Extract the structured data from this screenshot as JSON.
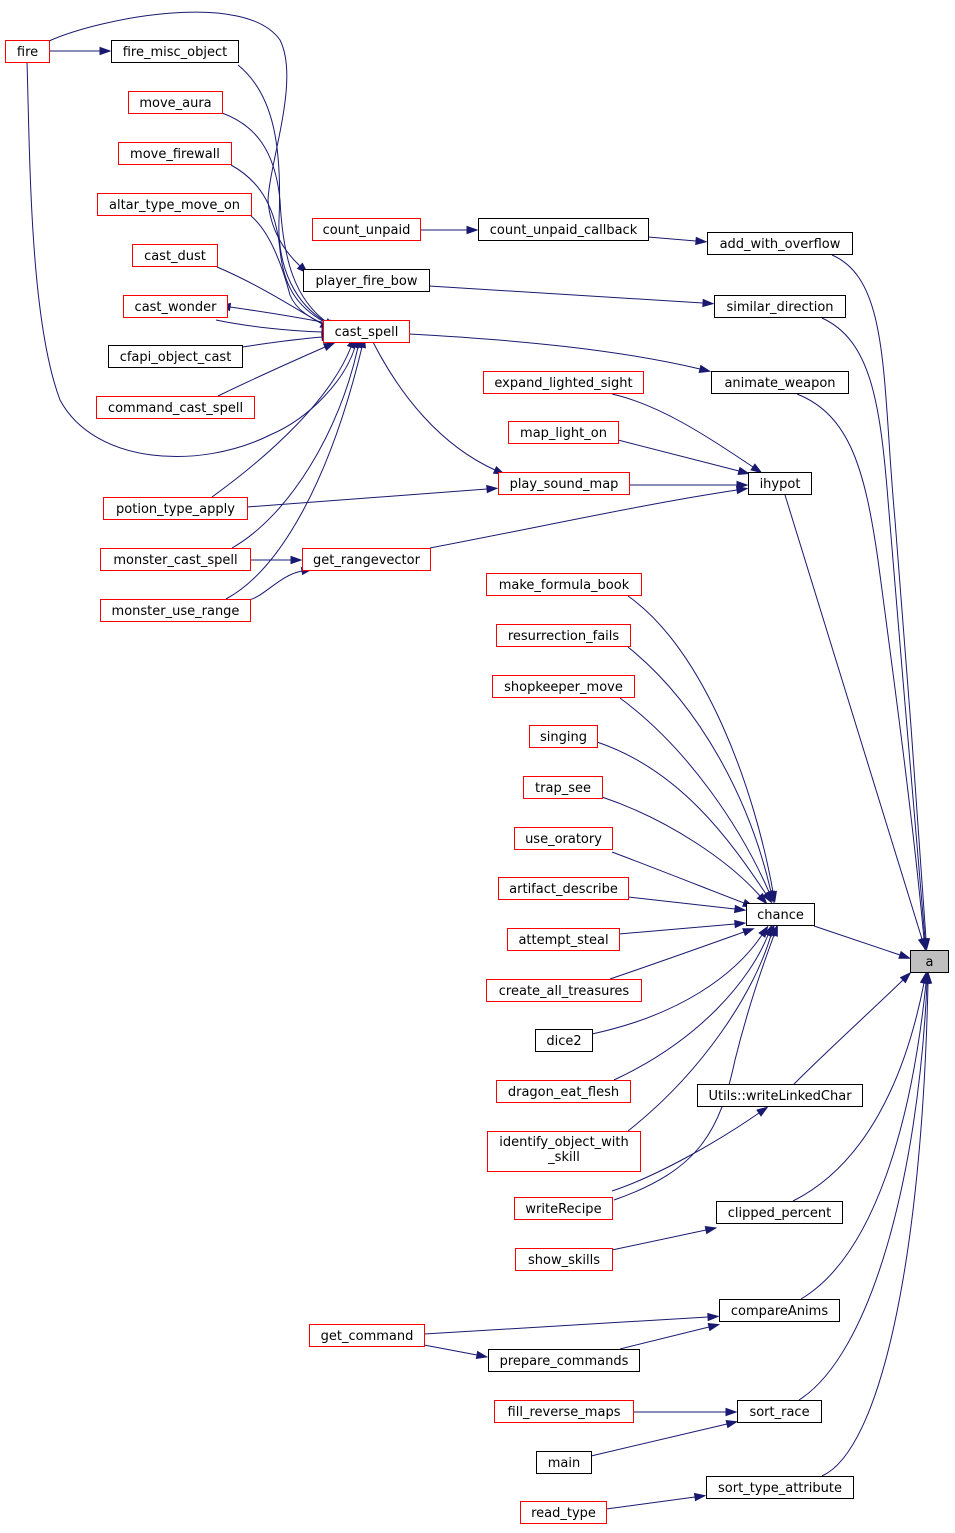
{
  "colors": {
    "edge": "#191970",
    "node_border_default": "#000000",
    "node_border_highlight": "#ff0000",
    "root_fill": "#bfbfbf",
    "node_fill": "#ffffff"
  },
  "nodes": {
    "fire": {
      "label": "fire",
      "style": "red"
    },
    "fire_misc_object": {
      "label": "fire_misc_object",
      "style": "black"
    },
    "move_aura": {
      "label": "move_aura",
      "style": "red"
    },
    "move_firewall": {
      "label": "move_firewall",
      "style": "red"
    },
    "altar_type_move_on": {
      "label": "altar_type_move_on",
      "style": "red"
    },
    "cast_dust": {
      "label": "cast_dust",
      "style": "red"
    },
    "cast_wonder": {
      "label": "cast_wonder",
      "style": "red"
    },
    "cfapi_object_cast": {
      "label": "cfapi_object_cast",
      "style": "black"
    },
    "command_cast_spell": {
      "label": "command_cast_spell",
      "style": "red"
    },
    "potion_type_apply": {
      "label": "potion_type_apply",
      "style": "red"
    },
    "monster_cast_spell": {
      "label": "monster_cast_spell",
      "style": "red"
    },
    "monster_use_range": {
      "label": "monster_use_range",
      "style": "red"
    },
    "count_unpaid": {
      "label": "count_unpaid",
      "style": "red"
    },
    "count_unpaid_callback": {
      "label": "count_unpaid_callback",
      "style": "black"
    },
    "player_fire_bow": {
      "label": "player_fire_bow",
      "style": "black"
    },
    "cast_spell": {
      "label": "cast_spell",
      "style": "red"
    },
    "expand_lighted_sight": {
      "label": "expand_lighted_sight",
      "style": "red"
    },
    "map_light_on": {
      "label": "map_light_on",
      "style": "red"
    },
    "play_sound_map": {
      "label": "play_sound_map",
      "style": "red"
    },
    "get_rangevector": {
      "label": "get_rangevector",
      "style": "red"
    },
    "make_formula_book": {
      "label": "make_formula_book",
      "style": "red"
    },
    "resurrection_fails": {
      "label": "resurrection_fails",
      "style": "red"
    },
    "shopkeeper_move": {
      "label": "shopkeeper_move",
      "style": "red"
    },
    "singing": {
      "label": "singing",
      "style": "red"
    },
    "trap_see": {
      "label": "trap_see",
      "style": "red"
    },
    "use_oratory": {
      "label": "use_oratory",
      "style": "red"
    },
    "artifact_describe": {
      "label": "artifact_describe",
      "style": "red"
    },
    "attempt_steal": {
      "label": "attempt_steal",
      "style": "red"
    },
    "create_all_treasures": {
      "label": "create_all_treasures",
      "style": "red"
    },
    "dice2": {
      "label": "dice2",
      "style": "black"
    },
    "dragon_eat_flesh": {
      "label": "dragon_eat_flesh",
      "style": "red"
    },
    "identify_object_with_skill": {
      "label": "identify_object_with",
      "label2": "_skill",
      "style": "red"
    },
    "writeRecipe": {
      "label": "writeRecipe",
      "style": "red"
    },
    "show_skills": {
      "label": "show_skills",
      "style": "red"
    },
    "get_command": {
      "label": "get_command",
      "style": "red"
    },
    "prepare_commands": {
      "label": "prepare_commands",
      "style": "black"
    },
    "fill_reverse_maps": {
      "label": "fill_reverse_maps",
      "style": "red"
    },
    "main": {
      "label": "main",
      "style": "black"
    },
    "read_type": {
      "label": "read_type",
      "style": "red"
    },
    "add_with_overflow": {
      "label": "add_with_overflow",
      "style": "black"
    },
    "similar_direction": {
      "label": "similar_direction",
      "style": "black"
    },
    "animate_weapon": {
      "label": "animate_weapon",
      "style": "black"
    },
    "ihypot": {
      "label": "ihypot",
      "style": "black"
    },
    "chance": {
      "label": "chance",
      "style": "black"
    },
    "writeLinkedChar": {
      "label": "Utils::writeLinkedChar",
      "style": "black"
    },
    "clipped_percent": {
      "label": "clipped_percent",
      "style": "black"
    },
    "compareAnims": {
      "label": "compareAnims",
      "style": "black"
    },
    "sort_race": {
      "label": "sort_race",
      "style": "black"
    },
    "sort_type_attribute": {
      "label": "sort_type_attribute",
      "style": "black"
    },
    "a": {
      "label": "a",
      "style": "root"
    }
  },
  "edges": [
    [
      "fire",
      "fire_misc_object"
    ],
    [
      "fire_misc_object",
      "cast_spell"
    ],
    [
      "fire",
      "player_fire_bow"
    ],
    [
      "fire",
      "cast_spell"
    ],
    [
      "move_aura",
      "cast_spell"
    ],
    [
      "move_firewall",
      "cast_spell"
    ],
    [
      "altar_type_move_on",
      "cast_spell"
    ],
    [
      "cast_dust",
      "cast_spell"
    ],
    [
      "cast_wonder",
      "cast_spell"
    ],
    [
      "cast_spell",
      "cast_wonder"
    ],
    [
      "cfapi_object_cast",
      "cast_spell"
    ],
    [
      "command_cast_spell",
      "cast_spell"
    ],
    [
      "potion_type_apply",
      "cast_spell"
    ],
    [
      "monster_cast_spell",
      "cast_spell"
    ],
    [
      "monster_use_range",
      "cast_spell"
    ],
    [
      "potion_type_apply",
      "play_sound_map"
    ],
    [
      "monster_cast_spell",
      "get_rangevector"
    ],
    [
      "monster_use_range",
      "get_rangevector"
    ],
    [
      "count_unpaid",
      "count_unpaid_callback"
    ],
    [
      "count_unpaid_callback",
      "add_with_overflow"
    ],
    [
      "player_fire_bow",
      "similar_direction"
    ],
    [
      "cast_spell",
      "animate_weapon"
    ],
    [
      "cast_spell",
      "play_sound_map"
    ],
    [
      "expand_lighted_sight",
      "ihypot"
    ],
    [
      "map_light_on",
      "ihypot"
    ],
    [
      "play_sound_map",
      "ihypot"
    ],
    [
      "get_rangevector",
      "ihypot"
    ],
    [
      "make_formula_book",
      "chance"
    ],
    [
      "resurrection_fails",
      "chance"
    ],
    [
      "shopkeeper_move",
      "chance"
    ],
    [
      "singing",
      "chance"
    ],
    [
      "trap_see",
      "chance"
    ],
    [
      "use_oratory",
      "chance"
    ],
    [
      "artifact_describe",
      "chance"
    ],
    [
      "attempt_steal",
      "chance"
    ],
    [
      "create_all_treasures",
      "chance"
    ],
    [
      "dice2",
      "chance"
    ],
    [
      "dragon_eat_flesh",
      "chance"
    ],
    [
      "identify_object_with_skill",
      "chance"
    ],
    [
      "writeRecipe",
      "chance"
    ],
    [
      "writeRecipe",
      "writeLinkedChar"
    ],
    [
      "show_skills",
      "clipped_percent"
    ],
    [
      "get_command",
      "compareAnims"
    ],
    [
      "get_command",
      "prepare_commands"
    ],
    [
      "prepare_commands",
      "compareAnims"
    ],
    [
      "fill_reverse_maps",
      "sort_race"
    ],
    [
      "main",
      "sort_race"
    ],
    [
      "read_type",
      "sort_type_attribute"
    ],
    [
      "add_with_overflow",
      "a"
    ],
    [
      "similar_direction",
      "a"
    ],
    [
      "animate_weapon",
      "a"
    ],
    [
      "ihypot",
      "a"
    ],
    [
      "chance",
      "a"
    ],
    [
      "writeLinkedChar",
      "a"
    ],
    [
      "clipped_percent",
      "a"
    ],
    [
      "compareAnims",
      "a"
    ],
    [
      "sort_race",
      "a"
    ],
    [
      "sort_type_attribute",
      "a"
    ]
  ]
}
